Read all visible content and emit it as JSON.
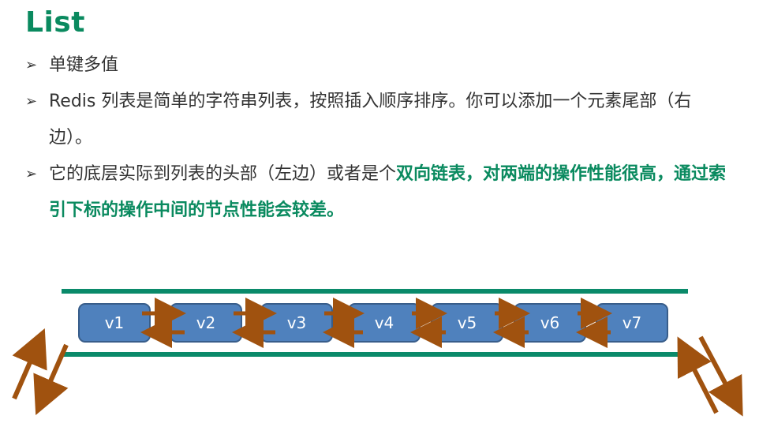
{
  "title": "List",
  "bullet_marker": "➢",
  "bullets": [
    {
      "parts": [
        {
          "text": "单键多值",
          "strong": false
        }
      ]
    },
    {
      "parts": [
        {
          "text": "Redis 列表是简单的字符串列表，按照插入顺序排序。你可以添加一个元素尾部（右边）。",
          "strong": false
        }
      ]
    },
    {
      "parts": [
        {
          "text": "它的底层实际到列表的头部（左边）或者是个",
          "strong": false
        },
        {
          "text": "双向链表，对两端的操作性能很高，通过索引下标的操作中间的节点性能会较差。",
          "strong": true
        }
      ]
    }
  ],
  "diagram": {
    "nodes": [
      "v1",
      "v2",
      "v3",
      "v4",
      "v5",
      "v6",
      "v7"
    ],
    "colors": {
      "node_fill": "#4f81bd",
      "node_stroke": "#385d8a",
      "node_text": "#ffffff",
      "rail": "#0a8a6a",
      "arrow": "#a0520f"
    }
  },
  "colors": {
    "accent": "#0a8a5f",
    "text": "#333333"
  }
}
